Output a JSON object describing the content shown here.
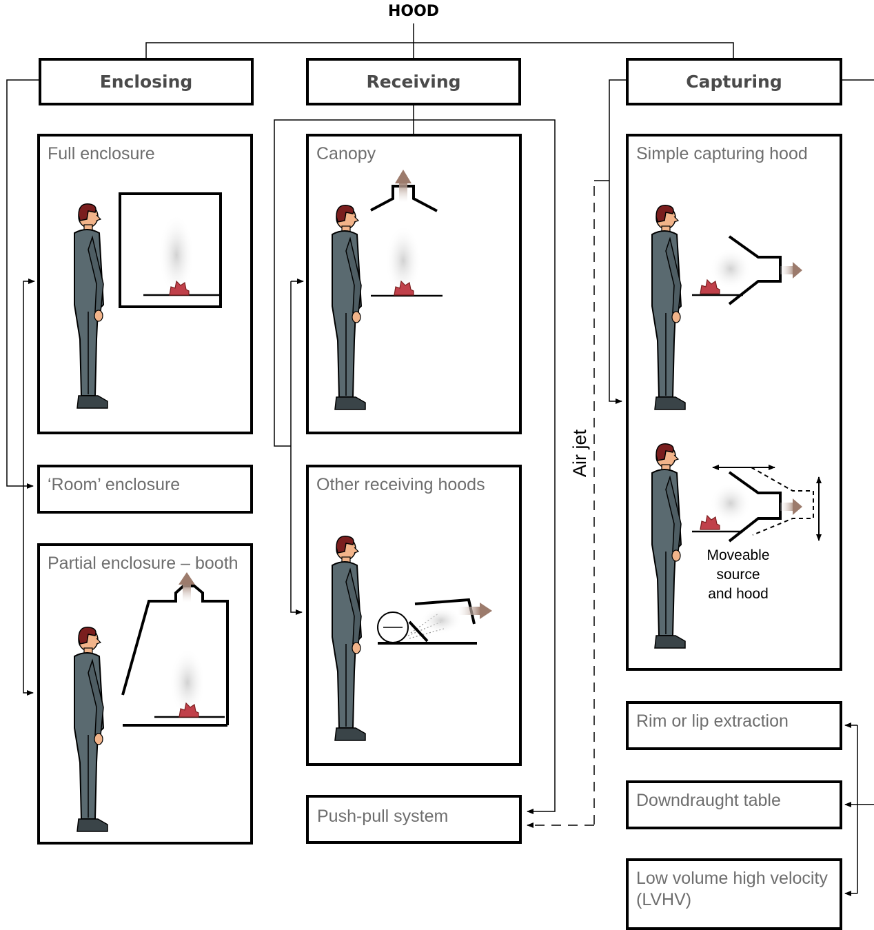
{
  "title": "HOOD",
  "categories": {
    "enclosing": "Enclosing",
    "receiving": "Receiving",
    "capturing": "Capturing"
  },
  "enclosing": {
    "full_enclosure": "Full enclosure",
    "room_enclosure": "‘Room’ enclosure",
    "partial_enclosure": "Partial enclosure – booth"
  },
  "receiving": {
    "canopy": "Canopy",
    "other_receiving": "Other receiving hoods",
    "push_pull": "Push-pull system"
  },
  "capturing": {
    "simple_capturing": "Simple capturing hood",
    "moveable_note": [
      "Moveable",
      "source",
      "and hood"
    ],
    "rim_lip": "Rim or lip extraction",
    "downdraught": "Downdraught table",
    "lvhv": [
      "Low volume high velocity",
      "(LVHV)"
    ]
  },
  "airjet_label": "Air jet",
  "colors": {
    "box_border": "#000000",
    "label_text": "#6e6e6e",
    "category_text": "#4a4a4a",
    "suit": "#5a6a70",
    "skin": "#f2b48a",
    "hair": "#7a1e1e",
    "source": "#c0404a",
    "arrow": "#a08070"
  }
}
